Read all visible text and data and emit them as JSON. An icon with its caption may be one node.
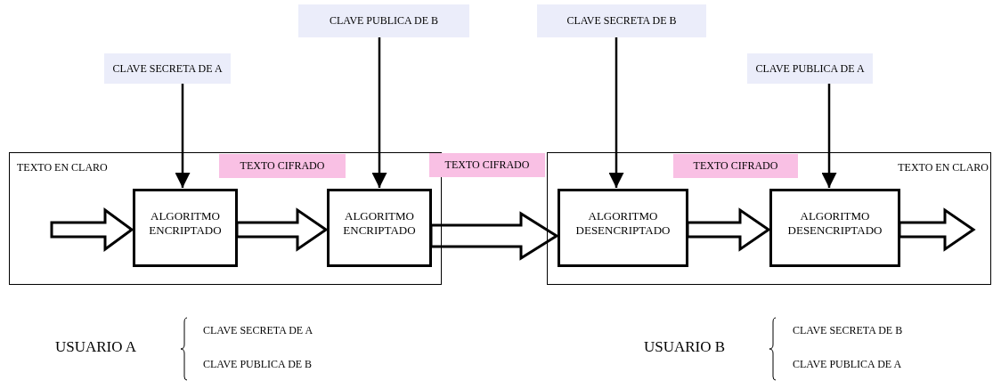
{
  "diagram": {
    "nodes": [
      {
        "text": [
          "TEXTO EN CLARO"
        ]
      },
      {
        "text": [
          "TEXTO EN CLARO"
        ]
      },
      {
        "text": [
          "ALGORITMO ENCRIPTADO"
        ],
        "in": 0
      },
      {
        "text": [
          "ALGORITMO ENCRIPTADO"
        ],
        "in": 0
      },
      {
        "text": [
          "ALGORITMO DESENCRIPTADO"
        ],
        "in": 1
      },
      {
        "text": [
          "ALGORITMO DESENCRIPTADO"
        ],
        "in": 1
      },
      {
        "text": [
          "CLAVE SECRETA DE A"
        ]
      },
      {
        "text": [
          "CLAVE PUBLICA DE B"
        ]
      },
      {
        "text": [
          "CLAVE SECRETA DE B"
        ]
      },
      {
        "text": [
          "CLAVE PUBLICA DE A"
        ]
      },
      {
        "text": [
          "TEXTO CIFRADO"
        ],
        "in": 0
      },
      {
        "text": [
          "TEXTO CIFRADO"
        ]
      },
      {
        "text": [
          "TEXTO CIFRADO"
        ],
        "in": 1
      }
    ],
    "edges": [
      {
        "from": null,
        "to": 2,
        "arrow": "to",
        "style": "thick"
      },
      {
        "from": 2,
        "to": 3,
        "arrow": "to",
        "style": "thick"
      },
      {
        "from": 3,
        "to": 4,
        "arrow": "to",
        "style": "thick"
      },
      {
        "from": 4,
        "to": 5,
        "arrow": "to",
        "style": "thick"
      },
      {
        "from": 5,
        "to": null,
        "arrow": "to",
        "style": "thick"
      },
      {
        "from": 6,
        "to": 2,
        "arrow": "to"
      },
      {
        "from": 7,
        "to": 3,
        "arrow": "to"
      },
      {
        "from": 8,
        "to": 4,
        "arrow": "to"
      },
      {
        "from": 9,
        "to": 5,
        "arrow": "to"
      }
    ],
    "labels": [
      "USUARIO A",
      "CLAVE SECRETA DE A",
      "CLAVE PUBLICA DE B",
      "USUARIO B",
      "CLAVE SECRETA DE B",
      "CLAVE PUBLICA DE A"
    ]
  }
}
